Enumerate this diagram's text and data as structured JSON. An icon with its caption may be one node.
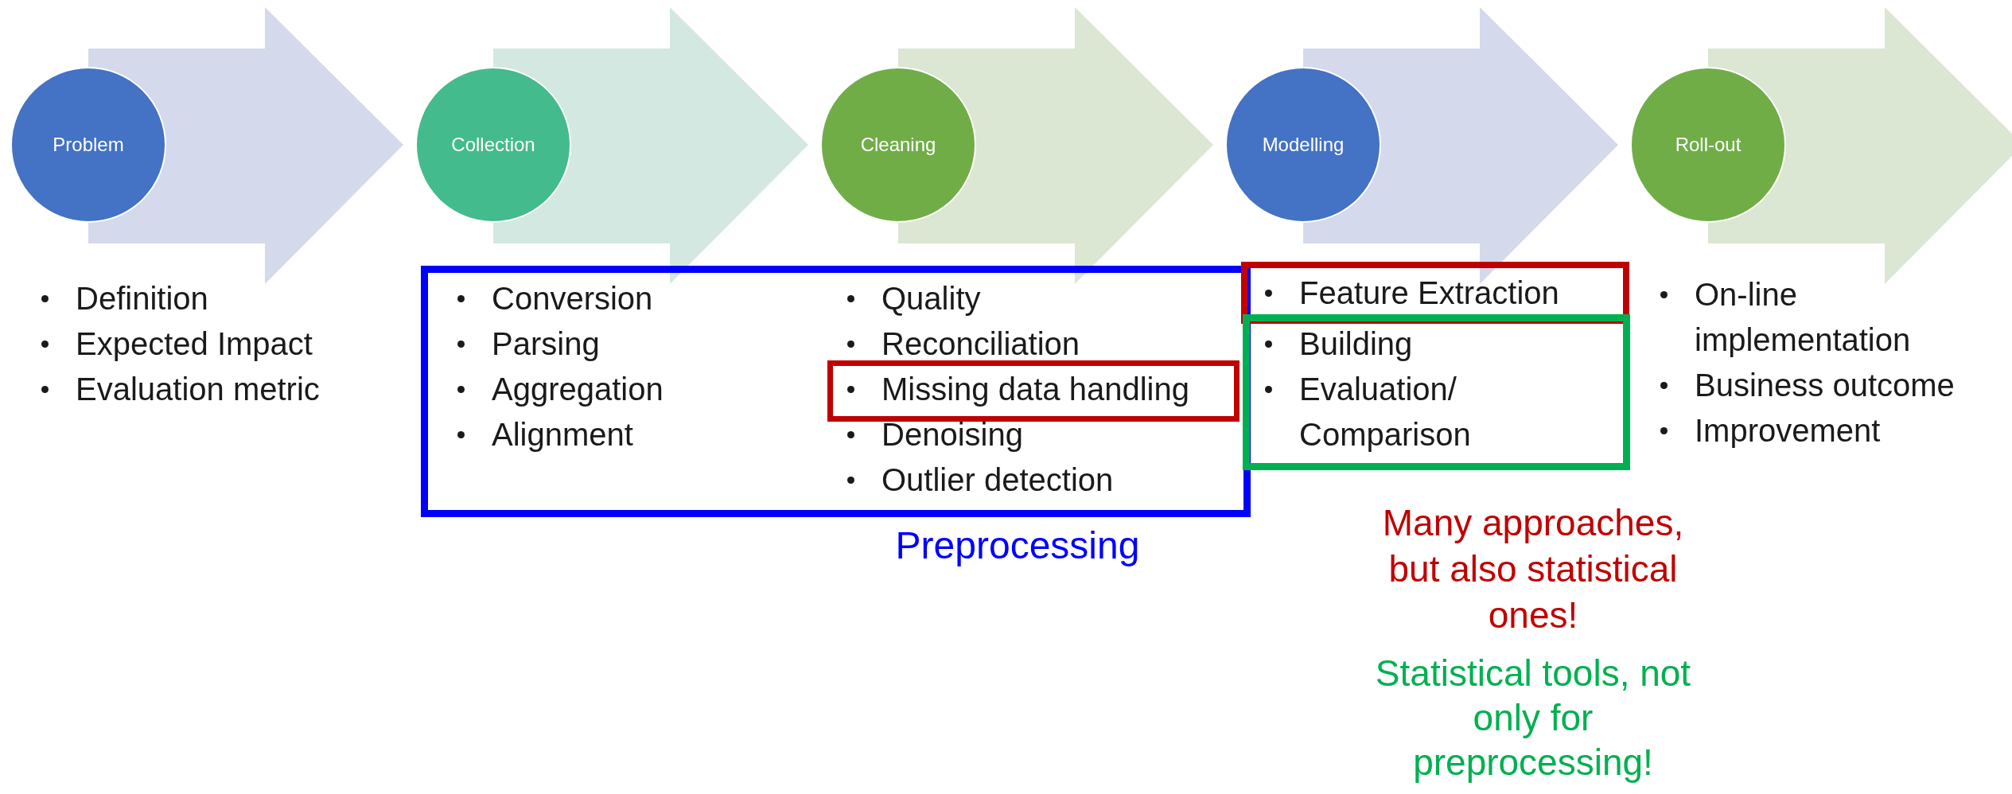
{
  "diagram": {
    "nodes": [
      {
        "text": [
          "Problem"
        ]
      },
      {
        "text": [
          "Collection"
        ]
      },
      {
        "text": [
          "Cleaning"
        ]
      },
      {
        "text": [
          "Modelling"
        ]
      },
      {
        "text": [
          "Roll-out"
        ]
      },
      {
        "text": [
          "Conversion",
          "Parsing",
          "Aggregation",
          "Alignment",
          "Quality",
          "Reconciliation",
          "Denoising",
          "Outlier detection"
        ]
      },
      {
        "text": [
          "Missing data handling"
        ],
        "in": 5
      },
      {
        "text": [
          "Feature Extraction"
        ]
      },
      {
        "text": [
          "Building",
          "Evaluation/ Comparison"
        ]
      }
    ],
    "edges": [
      {
        "from": 0,
        "to": 1,
        "arrow": "to",
        "style": "thick",
        "color": "#d5d9ec"
      },
      {
        "from": 1,
        "to": 2,
        "arrow": "to",
        "style": "thick",
        "color": "#d3e8e1"
      },
      {
        "from": 2,
        "to": 3,
        "arrow": "to",
        "style": "thick",
        "color": "#dbe6d3"
      },
      {
        "from": 3,
        "to": 4,
        "arrow": "to",
        "style": "thick",
        "color": "#d5d9ec"
      },
      {
        "from": 4,
        "to": null,
        "arrow": "to",
        "style": "thick",
        "color": "#dbe6d3"
      }
    ],
    "labels": [
      "Definition",
      "Expected Impact",
      "Evaluation metric",
      "On-line implementation",
      "Business outcome",
      "Improvement",
      "Preprocessing",
      "Many approaches, but also statistical ones!",
      "Statistical tools, not only for preprocessing!"
    ]
  }
}
